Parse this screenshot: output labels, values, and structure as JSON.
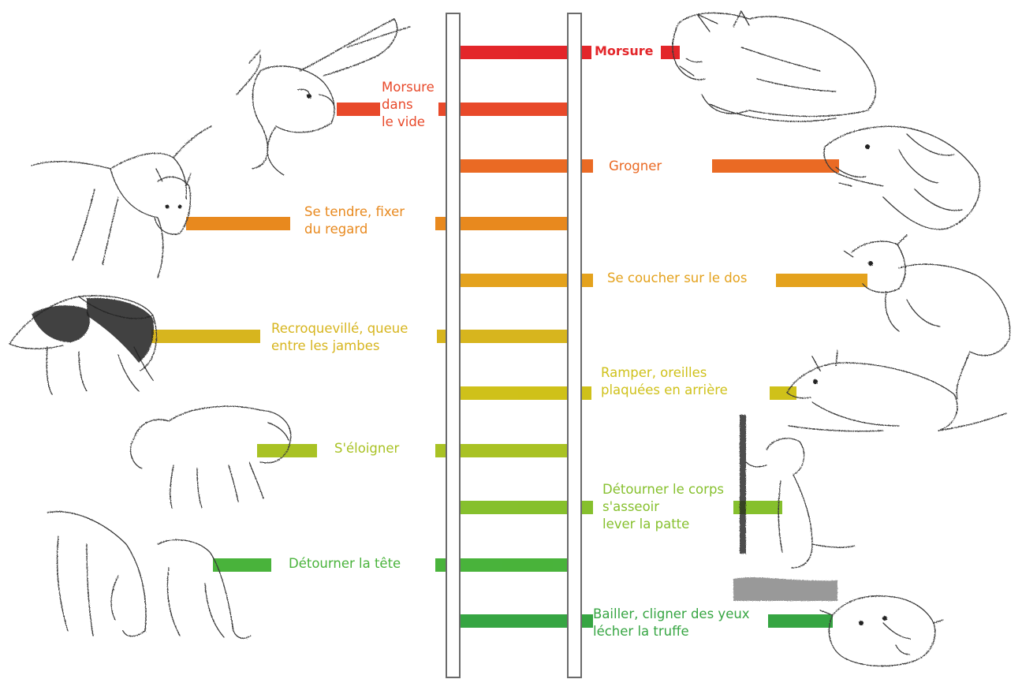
{
  "colors": {
    "red": "#e3262a",
    "red_orange": "#e8492a",
    "orange": "#ea6a24",
    "orange2": "#e8891e",
    "amber": "#e4a21d",
    "gold": "#d7b51e",
    "yellow": "#cfc11a",
    "yellow_green": "#a9c224",
    "lime": "#86c02d",
    "green": "#49b33b",
    "green2": "#36a542",
    "rail": "#6b6b6b"
  },
  "rungs": [
    {
      "side": "right",
      "text": "Morsure",
      "bold": true,
      "color": "red",
      "illustration": "snarling-wolf-dog-sketch"
    },
    {
      "side": "left",
      "text": "Morsure\ndans\nle vide",
      "color": "red_orange",
      "illustration": "muzzled-dog-with-hand-sketch"
    },
    {
      "side": "right",
      "text": "Grogner",
      "color": "orange",
      "illustration": "growling-dog-head-sketch"
    },
    {
      "side": "left",
      "text": "Se tendre, fixer\ndu regard",
      "color": "orange2",
      "illustration": "tense-staring-dog-sketch"
    },
    {
      "side": "right",
      "text": "Se coucher sur le dos",
      "color": "amber",
      "illustration": "dog-rolling-on-back-sketch"
    },
    {
      "side": "left",
      "text": "Recroquevillé, queue\nentre les jambes",
      "color": "gold",
      "illustration": "cowering-collie-sketch"
    },
    {
      "side": "right",
      "text": "Ramper, oreilles\nplaquées en arrière",
      "color": "yellow",
      "illustration": "crawling-dog-sketch"
    },
    {
      "side": "left",
      "text": "S'éloigner",
      "color": "yellow_green",
      "illustration": "shaggy-dog-walking-away-sketch"
    },
    {
      "side": "right",
      "text": "Détourner le corps\ns'asseoir\nlever la patte",
      "color": "lime",
      "illustration": "sitting-dog-raising-paw-sketch"
    },
    {
      "side": "left",
      "text": "Détourner la tête",
      "color": "green",
      "illustration": "two-dogs-turning-heads-sketch"
    },
    {
      "side": "right",
      "text": "Bailler, cligner des yeux\nlécher la truffe",
      "color": "green2",
      "illustration": "dog-licking-nose-sketch"
    }
  ]
}
